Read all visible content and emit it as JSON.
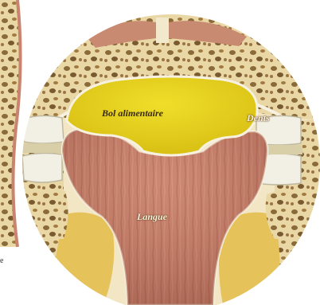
{
  "labels": {
    "bolus": "Bol alimentaire",
    "teeth": "Dents",
    "tongue": "Langue",
    "stray_edge_text": "e"
  },
  "colors": {
    "background": "#ffffff",
    "bone": "#e9d7a6",
    "bone_spots": "#8a6a38",
    "bolus": "#e7d21a",
    "tongue": "#c9846f",
    "tongue_dark": "#9a5444",
    "teeth": "#f2f0e4",
    "fat_yellow": "#e6c25a",
    "outline": "#f7f1df"
  }
}
